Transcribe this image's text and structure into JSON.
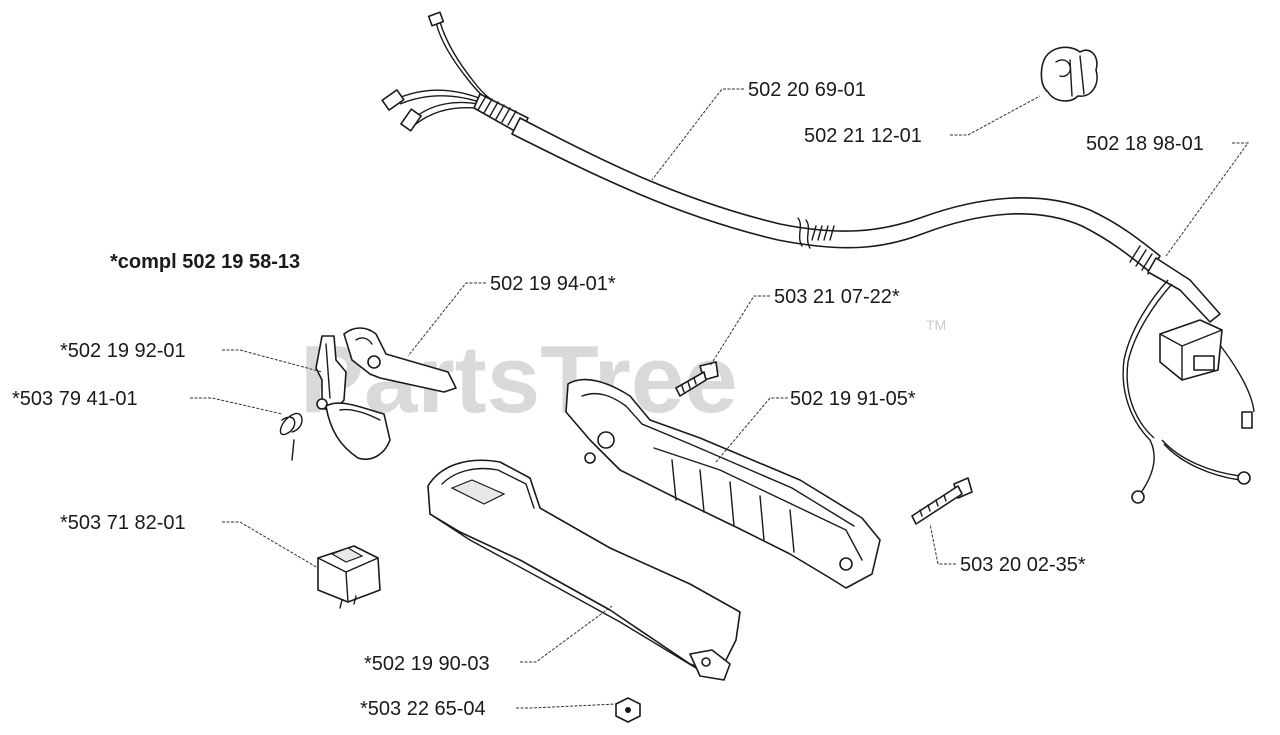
{
  "watermark": {
    "text": "PartsTree",
    "trademark": "TM"
  },
  "kit_label": "*compl 502 19 58-13",
  "parts": {
    "cable_harness": "502 20 69-01",
    "grommet": "502 21 12-01",
    "wire_connector": "502 18 98-01",
    "trigger": "502 19 94-01*",
    "lockout_lever": "*502 19 92-01",
    "spring": "*503 79 41-01",
    "screw_top": "503 21 07-22*",
    "handle_right": "502 19 91-05*",
    "switch": "*503 71 82-01",
    "screw_bottom": "503 20 02-35*",
    "handle_left": "*502 19 90-03",
    "nut": "*503 22 65-04"
  },
  "colors": {
    "ink": "#1a1a1a",
    "watermark": "#d9d9d9",
    "background": "#ffffff"
  }
}
